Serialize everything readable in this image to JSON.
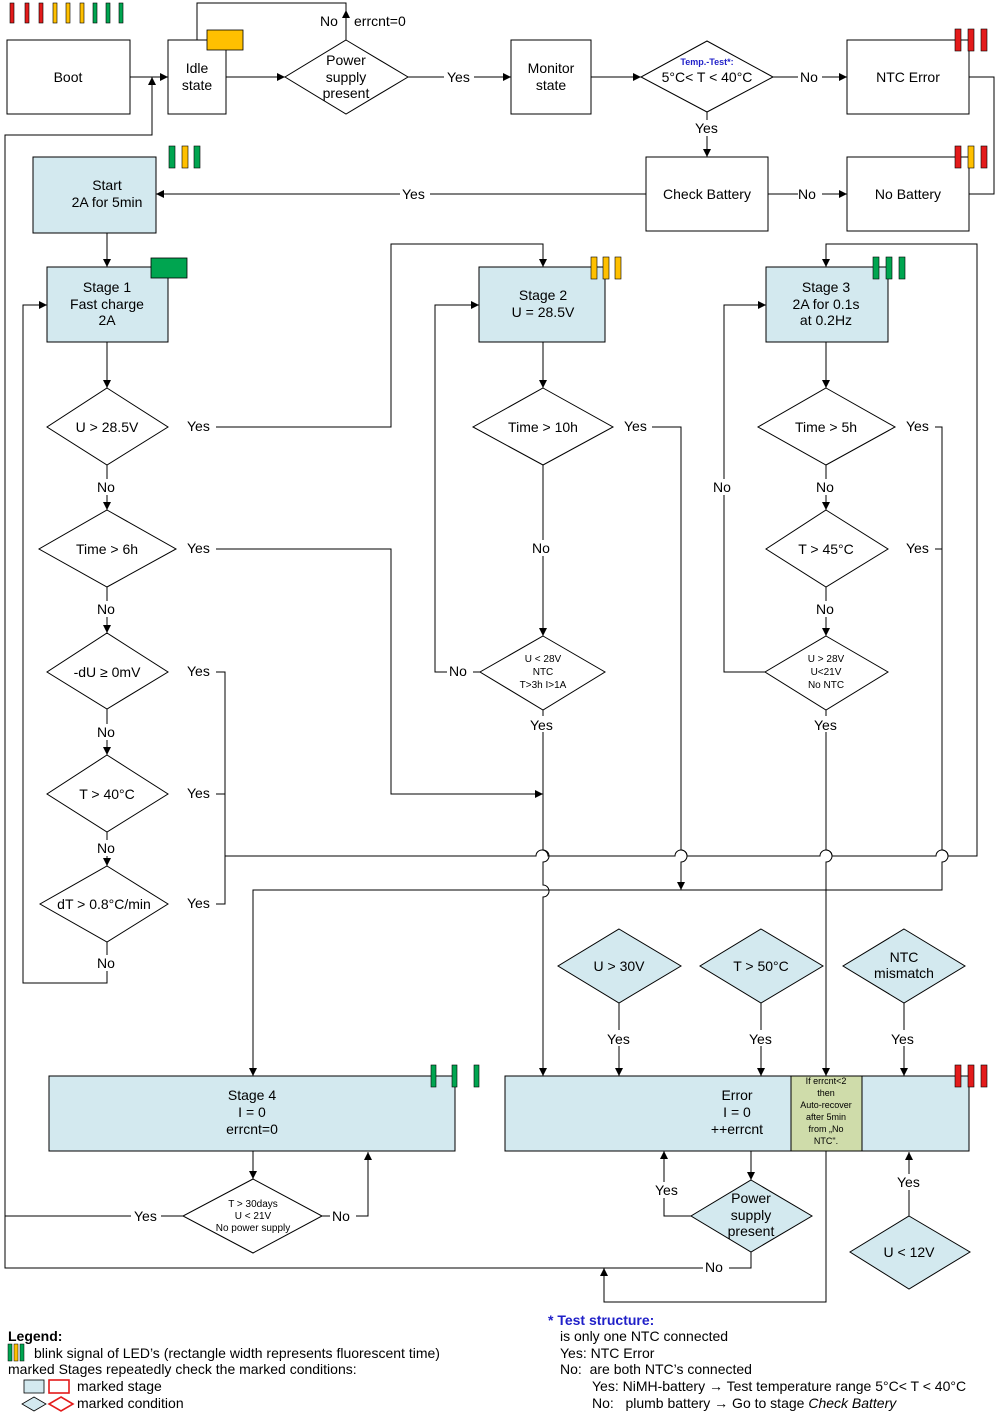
{
  "nodes": {
    "boot": "Boot",
    "idle": [
      "Idle",
      "state"
    ],
    "power1": [
      "Power",
      "supply",
      "present"
    ],
    "monitor": [
      "Monitor",
      "state"
    ],
    "temp_title": "Temp.-Test*:",
    "temp": "5°C< T < 40°C",
    "ntc_error": "NTC Error",
    "check_battery": "Check Battery",
    "no_battery": "No Battery",
    "start": [
      "Start",
      "2A for 5min"
    ],
    "stage1": [
      "Stage 1",
      "Fast charge",
      "2A"
    ],
    "stage2": [
      "Stage 2",
      "U = 28.5V"
    ],
    "stage3": [
      "Stage 3",
      "2A for 0.1s",
      "at 0.2Hz"
    ],
    "s1_u": "U > 28.5V",
    "s1_time": "Time > 6h",
    "s1_du": "-dU ≥ 0mV",
    "s1_t": "T > 40°C",
    "s1_dt": "dT > 0.8°C/min",
    "s2_time": "Time > 10h",
    "s2_cond": [
      "U < 28V",
      "NTC",
      "T>3h I>1A"
    ],
    "s3_time": "Time > 5h",
    "s3_t": "T > 45°C",
    "s3_cond": [
      "U > 28V",
      "U<21V",
      "No NTC"
    ],
    "u30": "U > 30V",
    "t50": "T > 50°C",
    "ntc_mismatch": [
      "NTC",
      "mismatch"
    ],
    "stage4": [
      "Stage 4",
      "I = 0",
      "errcnt=0"
    ],
    "error": [
      "Error",
      "I = 0",
      "++errcnt"
    ],
    "auto_recover": [
      "If errcnt<2",
      "then",
      "Auto-recover",
      "after 5min",
      "from „No",
      "NTC\"."
    ],
    "s4_cond": [
      "T > 30days",
      "U < 21V",
      "No power supply"
    ],
    "power2": [
      "Power",
      "supply",
      "present"
    ],
    "u12": "U < 12V"
  },
  "edge_labels": {
    "yes": "Yes",
    "no": "No",
    "errcnt0": "errcnt=0"
  },
  "legend": {
    "title": "Legend:",
    "line1": "blink signal of LED’s (rectangle width represents fluorescent time)",
    "line2": "marked Stages repeatedly check the marked conditions:",
    "stage": "marked stage",
    "condition": "marked condition"
  },
  "test_structure": {
    "title": "* Test structure:",
    "line1": "is only one NTC connected",
    "line2": "Yes: NTC Error",
    "line3": "No:  are both NTC’s connected",
    "line4": "Yes: NiMH-battery → Test temperature range 5°C< T < 40°C",
    "line5_prefix": "No:   plumb battery → Go to stage ",
    "line5_italic": "Check Battery"
  },
  "colors": {
    "led_red": "#e31b1b",
    "led_yellow": "#ffc000",
    "led_green": "#00a550",
    "stage_fill": "#d3e9ef",
    "recover_fill": "#cfdcaa",
    "blue_text": "#1f1fc8"
  }
}
